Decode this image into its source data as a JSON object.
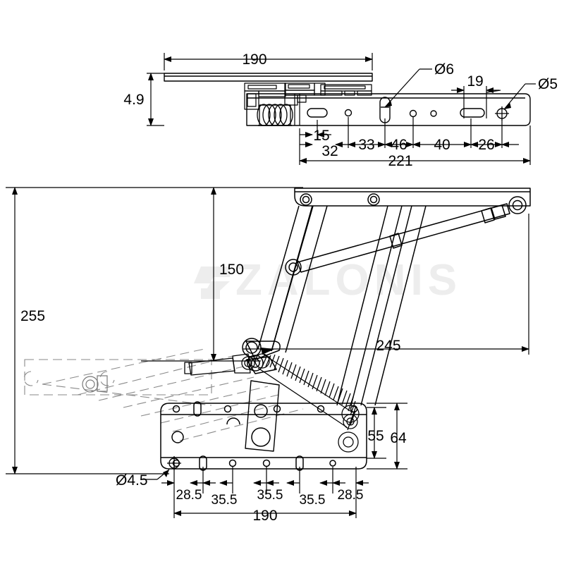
{
  "drawing": {
    "title": "Lift-up mechanism technical drawing",
    "background_color": "#ffffff",
    "line_color": "#000000",
    "watermark": {
      "text": "ZALONIS",
      "color": "#ededed",
      "logo_name": "zalonis-logo-mark"
    },
    "views": [
      {
        "name": "top-view",
        "description": "side profile of mounting rail with spring and hole pattern"
      },
      {
        "name": "main-view",
        "description": "mechanism shown open with gas strut, coil spring and base plate"
      },
      {
        "name": "phantom-view",
        "description": "dashed outline showing closed position"
      }
    ]
  },
  "dimensions": {
    "top_view": {
      "overall_plate": "190",
      "thickness": "4.9",
      "hole_dia_6": "Ø6",
      "hole_dia_5": "Ø5",
      "slot_width": "19",
      "chain": [
        "15",
        "32",
        "33",
        "46",
        "40",
        "26"
      ],
      "overall_rail": "221"
    },
    "main_view": {
      "overall_height": "255",
      "lift_height": "150",
      "reach": "245",
      "bracket_height_inner": "55",
      "bracket_height_outer": "64",
      "base_plate_width": "190",
      "hole_dia_45": "Ø4.5",
      "hole_chain": [
        "28.5",
        "35.5",
        "35.5",
        "35.5",
        "28.5"
      ]
    }
  },
  "labels": {
    "d190_top": "190",
    "d49": "4.9",
    "d6": "Ø6",
    "d5": "Ø5",
    "d19": "19",
    "d15": "15",
    "d32": "32",
    "d33": "33",
    "d46": "46",
    "d40": "40",
    "d26": "26",
    "d221": "221",
    "d255": "255",
    "d150": "150",
    "d245": "245",
    "d55": "55",
    "d64": "64",
    "d45": "Ø4.5",
    "d285a": "28.5",
    "d355a": "35.5",
    "d355b": "35.5",
    "d355c": "35.5",
    "d285b": "28.5",
    "d190_bottom": "190"
  }
}
